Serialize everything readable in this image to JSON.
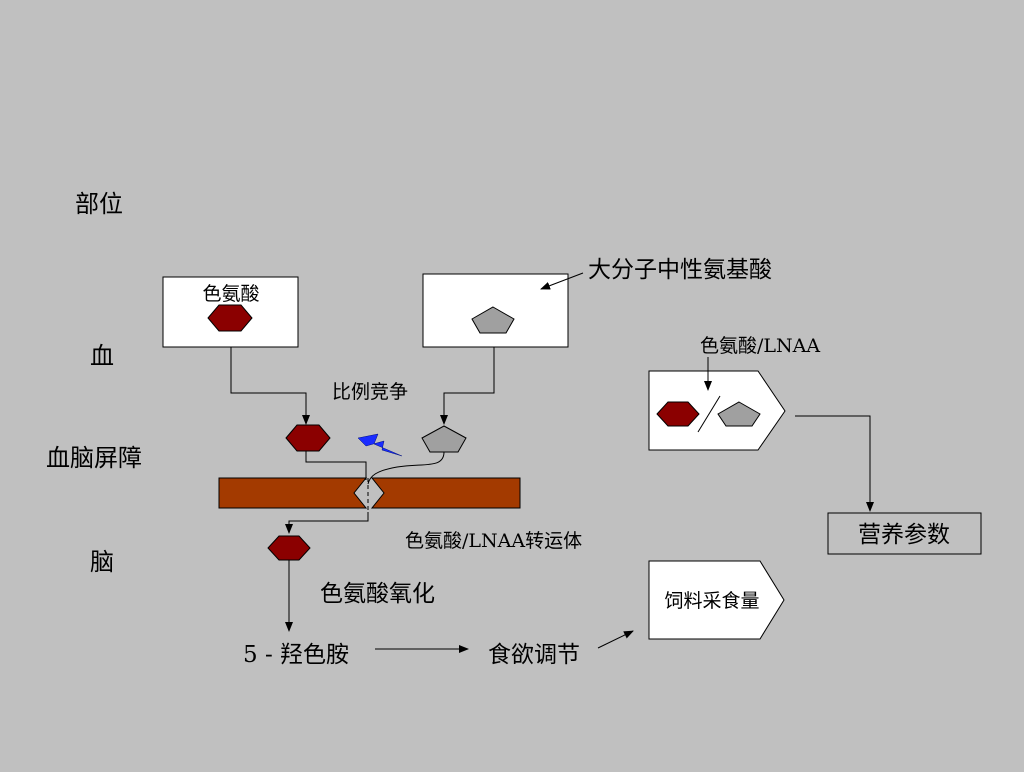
{
  "labels": {
    "section_title": "部位",
    "row_blood": "血",
    "row_bbb": "血脑屏障",
    "row_brain": "脑",
    "tryptophan_box": "色氨酸",
    "lnaa_label": "大分子中性氨基酸",
    "competition": "比例竞争",
    "transporter": "色氨酸/LNAA转运体",
    "ratio_label": "色氨酸/LNAA",
    "nutrition_params": "营养参数",
    "oxidation": "色氨酸氧化",
    "serotonin": "5 - 羟色胺",
    "appetite": "食欲调节",
    "feed_intake": "饲料采食量"
  },
  "colors": {
    "background": "#c0c0c0",
    "tryptophan": "#8b0000",
    "lnaa": "#a0a0a0",
    "barrier": "#a33a00",
    "lightning": "#1a2cff"
  },
  "icons": [
    "hexagon-tryptophan-icon",
    "pentagon-lnaa-icon",
    "lightning-icon"
  ]
}
